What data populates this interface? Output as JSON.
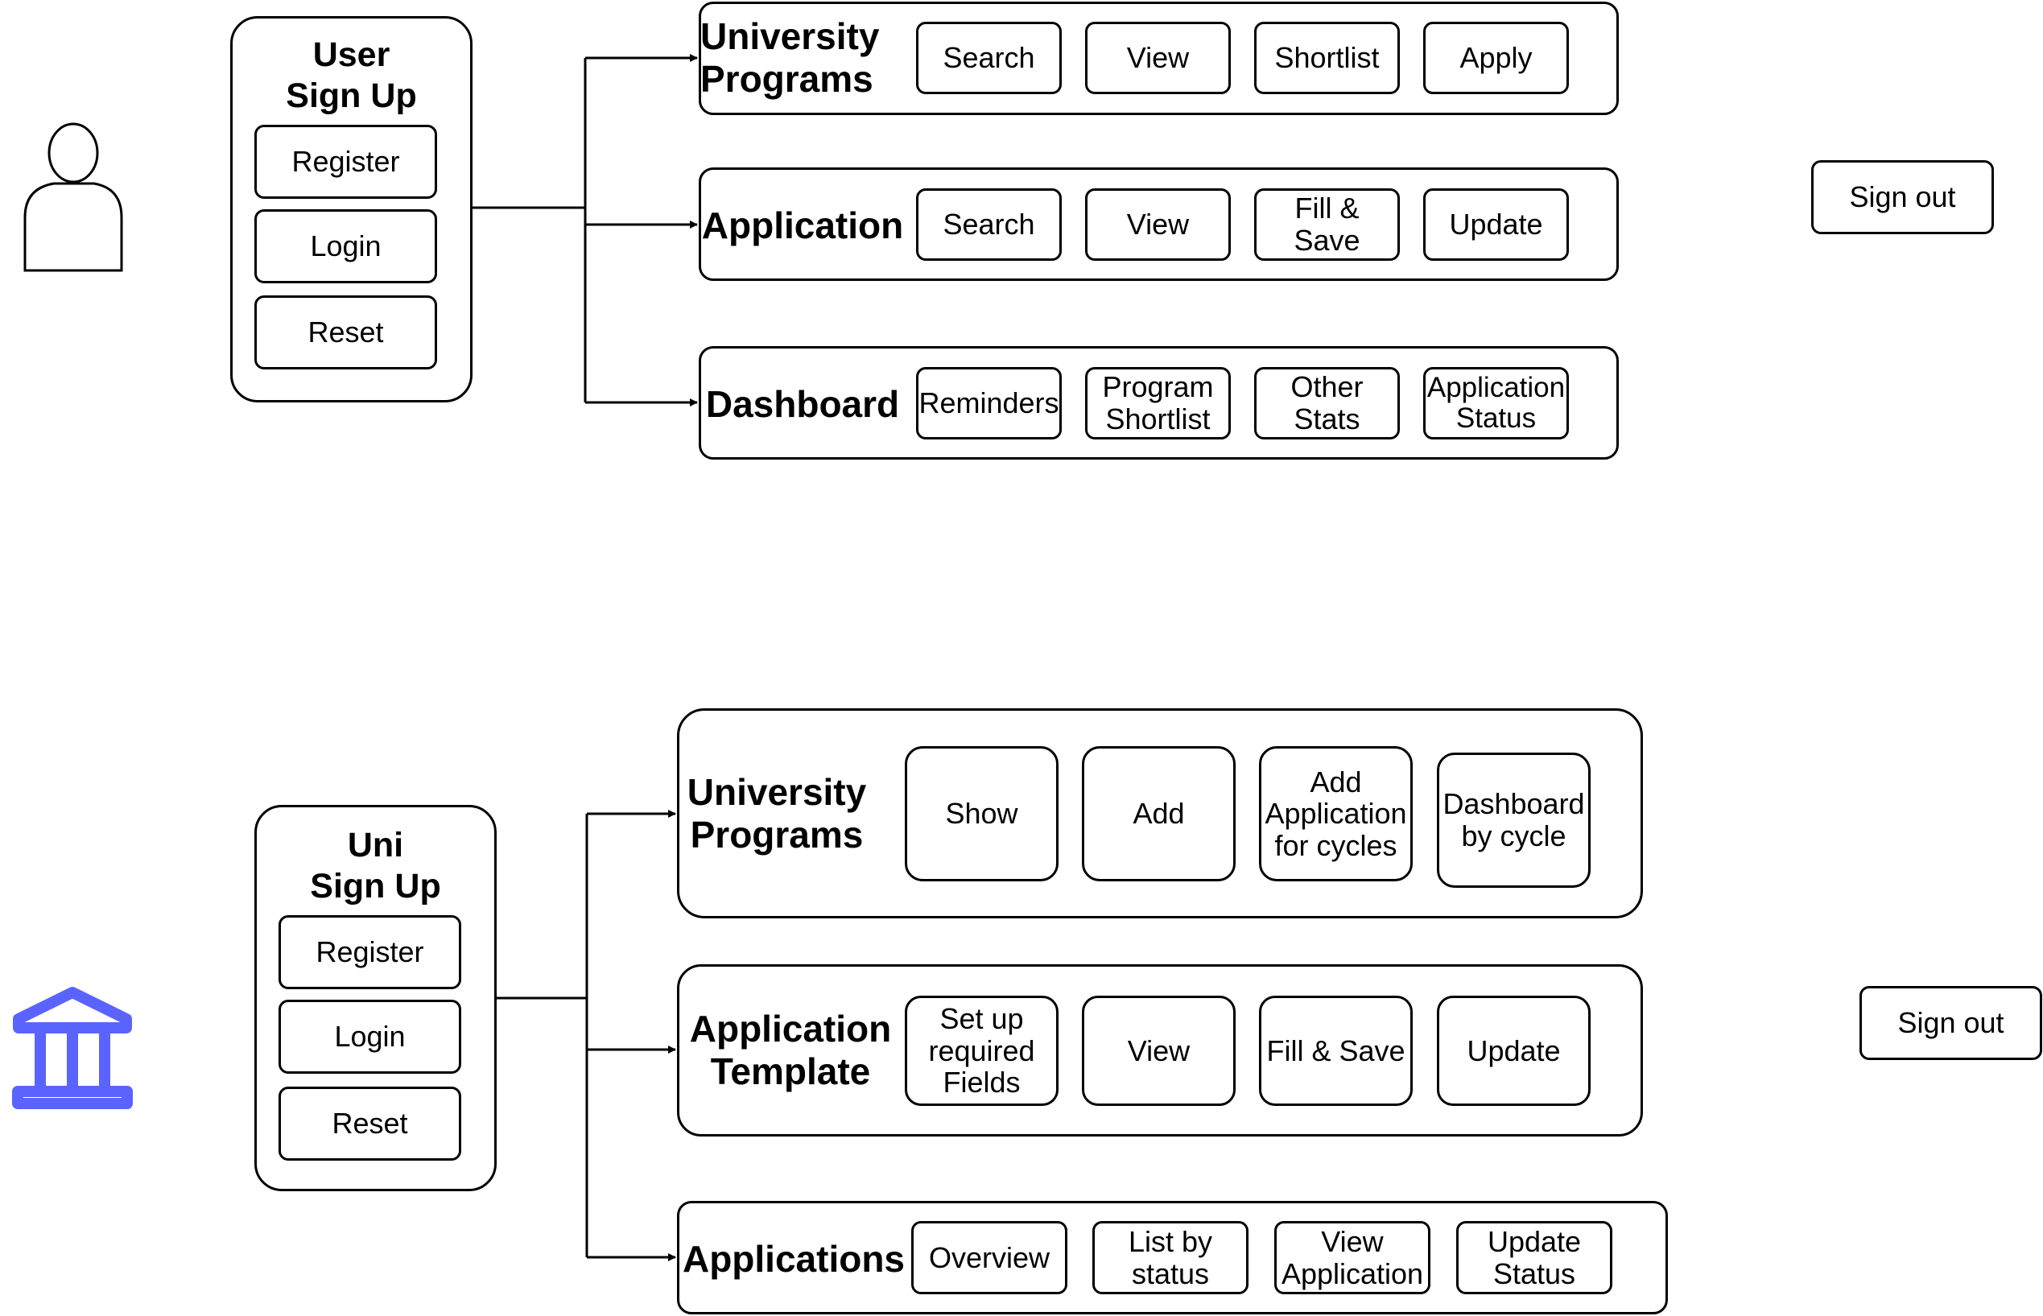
{
  "student": {
    "signup": {
      "title": "User\nSign Up",
      "buttons": [
        "Register",
        "Login",
        "Reset"
      ]
    },
    "sections": [
      {
        "title": "University\nPrograms",
        "actions": [
          "Search",
          "View",
          "Shortlist",
          "Apply"
        ]
      },
      {
        "title": "Application",
        "actions": [
          "Search",
          "View",
          "Fill &\nSave",
          "Update"
        ]
      },
      {
        "title": "Dashboard",
        "actions": [
          "Reminders",
          "Program\nShortlist",
          "Other\nStats",
          "Application\nStatus"
        ]
      }
    ],
    "sign_out": "Sign out",
    "icon": "user-icon"
  },
  "university": {
    "signup": {
      "title": "Uni\nSign Up",
      "buttons": [
        "Register",
        "Login",
        "Reset"
      ]
    },
    "sections": [
      {
        "title": "University\nPrograms",
        "actions": [
          "Show",
          "Add",
          "Add\nApplication\nfor cycles",
          "Dashboard\nby cycle"
        ]
      },
      {
        "title": "Application\nTemplate",
        "actions": [
          "Set up\nrequired\nFields",
          "View",
          "Fill & Save",
          "Update"
        ]
      },
      {
        "title": "Applications",
        "actions": [
          "Overview",
          "List by\nstatus",
          "View\nApplication",
          "Update\nStatus"
        ]
      }
    ],
    "sign_out": "Sign out",
    "icon": "institution-icon",
    "icon_color": "#5B63FF"
  }
}
